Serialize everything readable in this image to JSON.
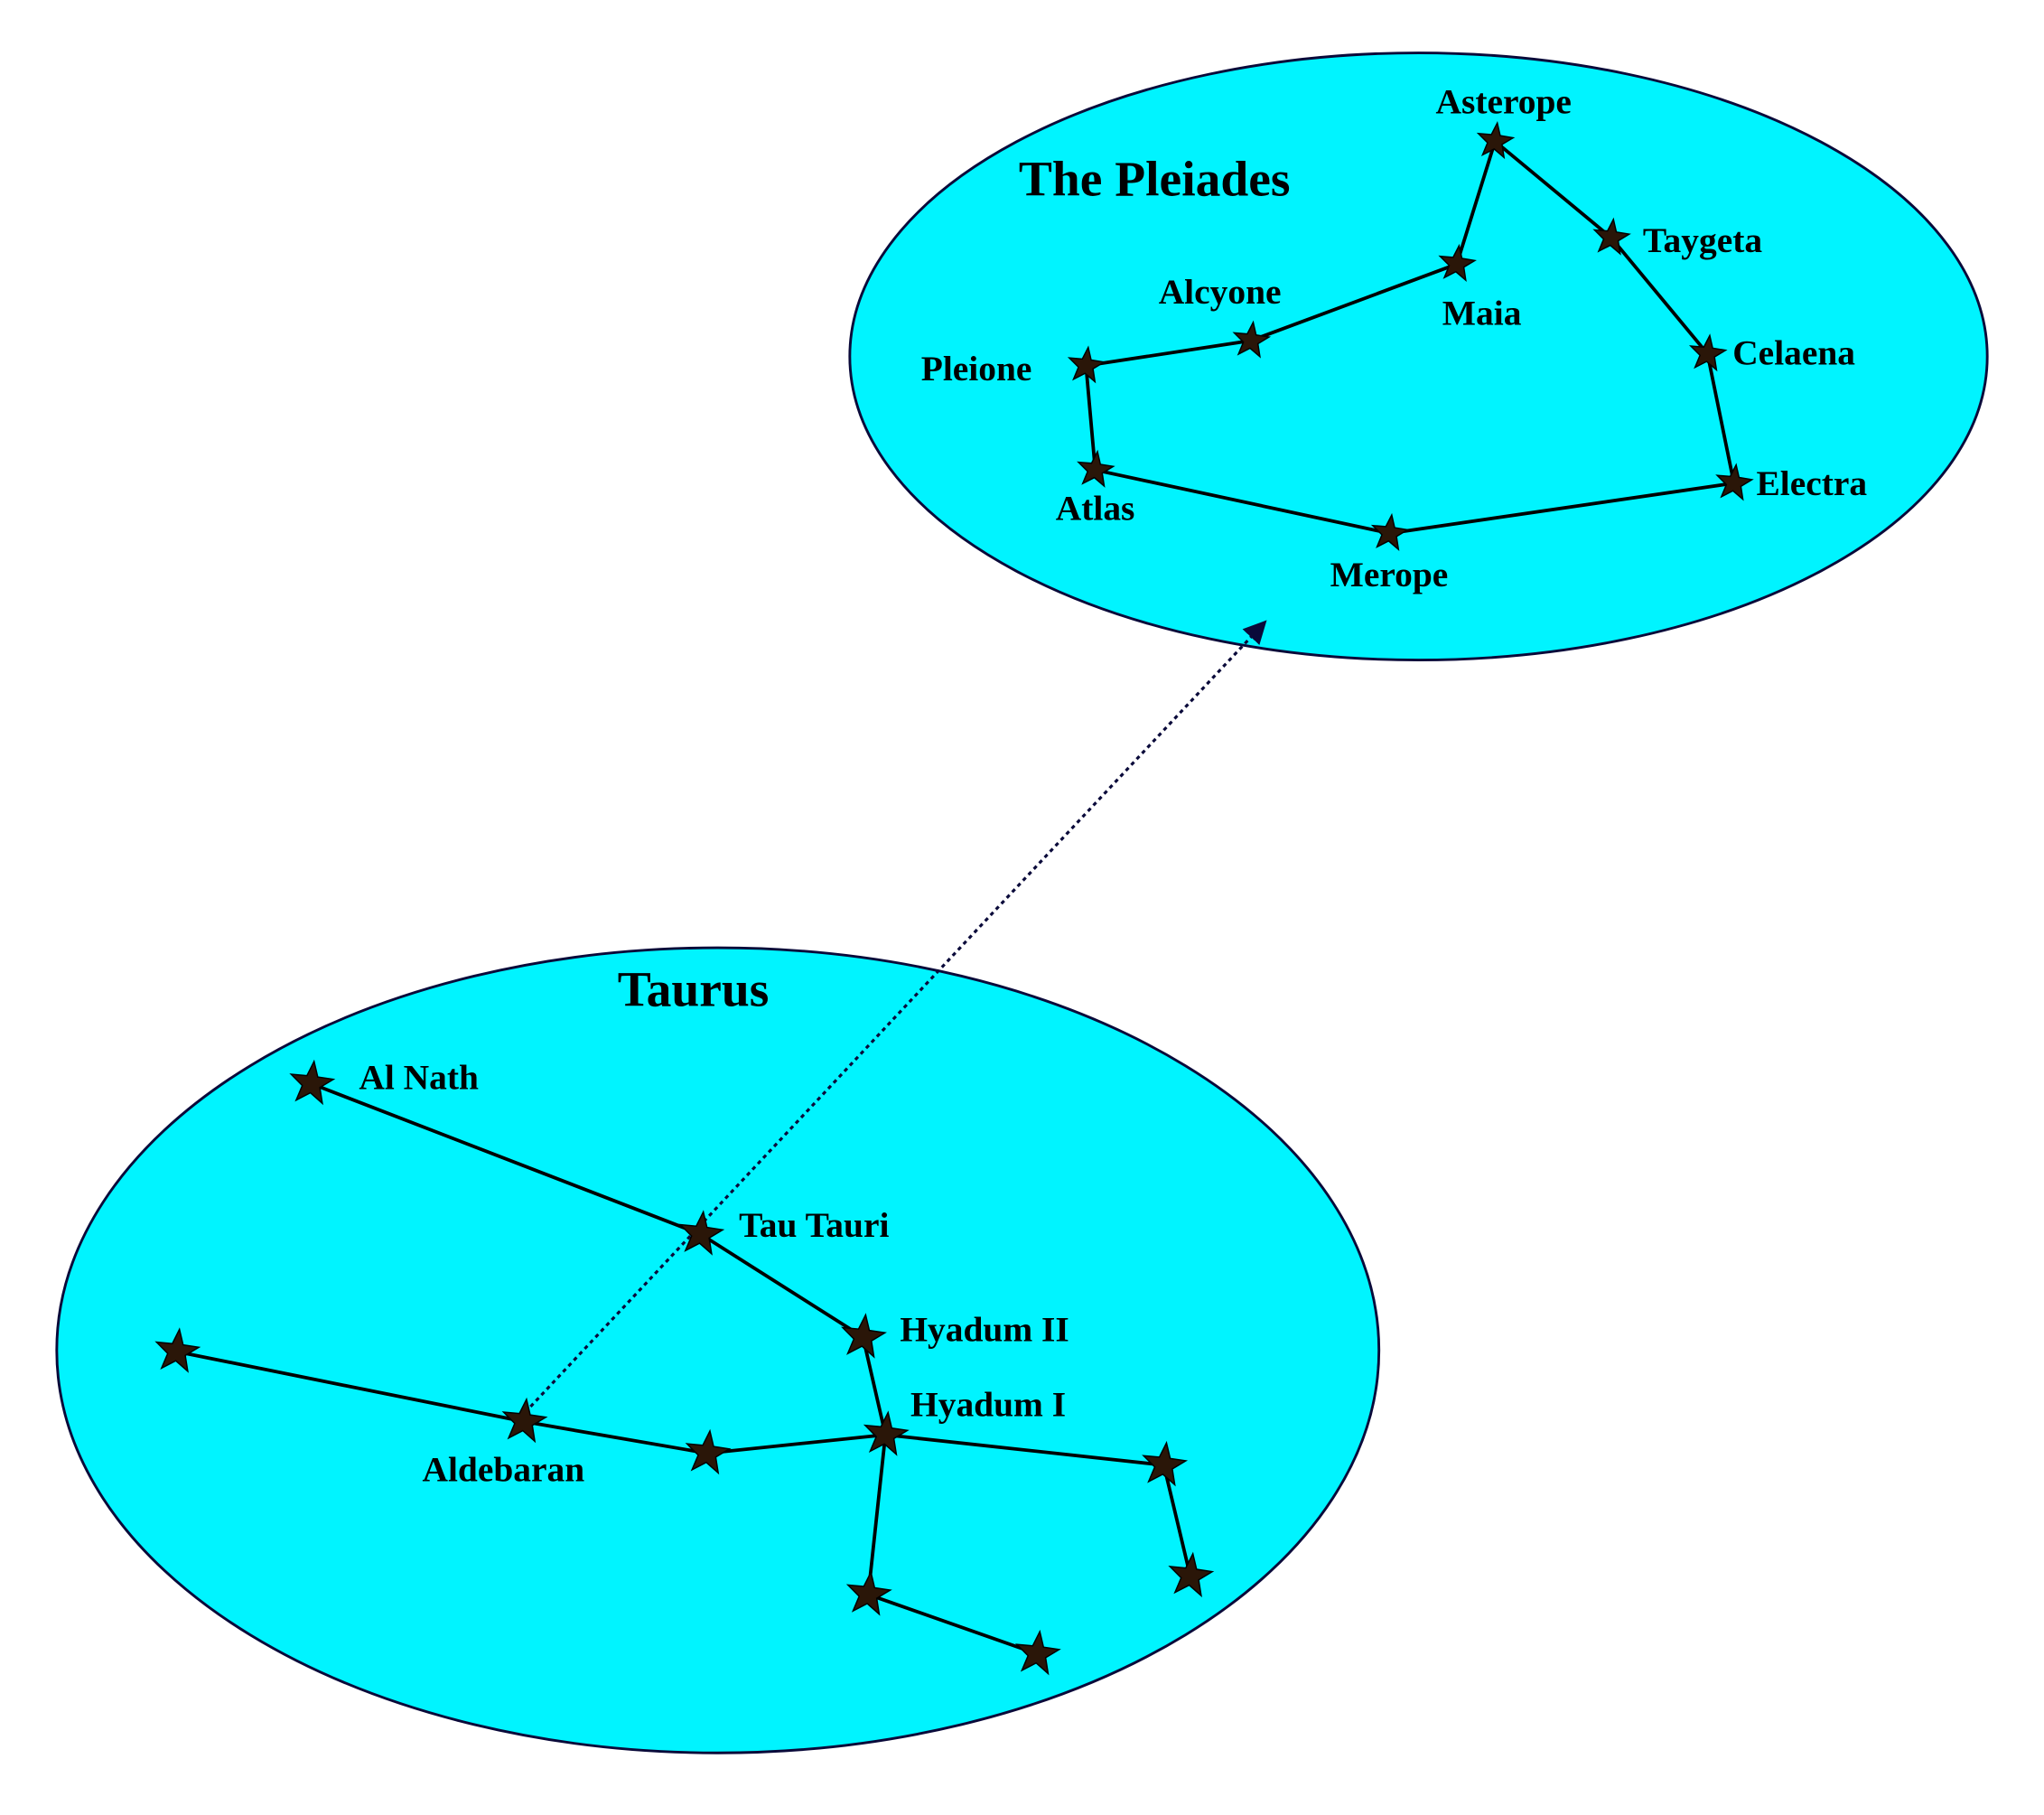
{
  "colors": {
    "region_fill": "#00f4ff",
    "region_stroke": "#0a0a3a",
    "star_fill": "#2a1608",
    "line": "#000000"
  },
  "groups": [
    {
      "id": "pleiades",
      "title": "The Pleiades",
      "stars": [
        {
          "id": "asterope",
          "label": "Asterope"
        },
        {
          "id": "taygeta",
          "label": "Taygeta"
        },
        {
          "id": "maia",
          "label": "Maia"
        },
        {
          "id": "alcyone",
          "label": "Alcyone"
        },
        {
          "id": "pleione",
          "label": "Pleione"
        },
        {
          "id": "celaena",
          "label": "Celaena"
        },
        {
          "id": "electra",
          "label": "Electra"
        },
        {
          "id": "atlas",
          "label": "Atlas"
        },
        {
          "id": "merope",
          "label": "Merope"
        }
      ],
      "edges": [
        [
          "asterope",
          "maia"
        ],
        [
          "asterope",
          "taygeta"
        ],
        [
          "taygeta",
          "celaena"
        ],
        [
          "celaena",
          "electra"
        ],
        [
          "electra",
          "merope"
        ],
        [
          "merope",
          "atlas"
        ],
        [
          "atlas",
          "pleione"
        ],
        [
          "pleione",
          "alcyone"
        ],
        [
          "alcyone",
          "maia"
        ]
      ]
    },
    {
      "id": "taurus",
      "title": "Taurus",
      "stars": [
        {
          "id": "al-nath",
          "label": "Al Nath"
        },
        {
          "id": "tau-tauri",
          "label": "Tau Tauri"
        },
        {
          "id": "hyadum-ii",
          "label": "Hyadum II"
        },
        {
          "id": "hyadum-i",
          "label": "Hyadum I"
        },
        {
          "id": "aldebaran",
          "label": "Aldebaran"
        },
        {
          "id": "t-west",
          "label": ""
        },
        {
          "id": "t-mid",
          "label": ""
        },
        {
          "id": "t-east1",
          "label": ""
        },
        {
          "id": "t-east2",
          "label": ""
        },
        {
          "id": "t-south1",
          "label": ""
        },
        {
          "id": "t-south2",
          "label": ""
        }
      ],
      "edges": [
        [
          "al-nath",
          "tau-tauri"
        ],
        [
          "tau-tauri",
          "hyadum-ii"
        ],
        [
          "hyadum-ii",
          "hyadum-i"
        ],
        [
          "t-west",
          "aldebaran"
        ],
        [
          "aldebaran",
          "t-mid"
        ],
        [
          "t-mid",
          "hyadum-i"
        ],
        [
          "hyadum-i",
          "t-east1"
        ],
        [
          "t-east1",
          "t-east2"
        ],
        [
          "hyadum-i",
          "t-south1"
        ],
        [
          "t-south1",
          "t-south2"
        ]
      ]
    }
  ],
  "pointer": {
    "from": "aldebaran",
    "to": "pleiades",
    "style": "dotted-arrow"
  }
}
